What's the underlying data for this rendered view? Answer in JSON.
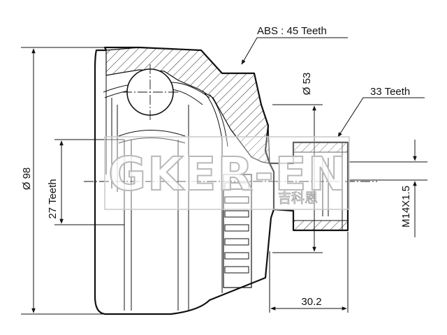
{
  "drawing": {
    "labels": {
      "abs_teeth": "ABS : 45 Teeth",
      "outer_diameter": "Ø 98",
      "seat_diameter": "Ø 53",
      "outer_spline": "33 Teeth",
      "inner_spline": "27 Teeth",
      "thread": "M14X1.5",
      "stub_length": "30.2"
    },
    "watermark": {
      "brand": "GKER-EN",
      "sub": "吉科恩"
    },
    "colors": {
      "line": "#111111",
      "background": "#ffffff",
      "watermark_stroke": "#b9b9b9"
    }
  }
}
